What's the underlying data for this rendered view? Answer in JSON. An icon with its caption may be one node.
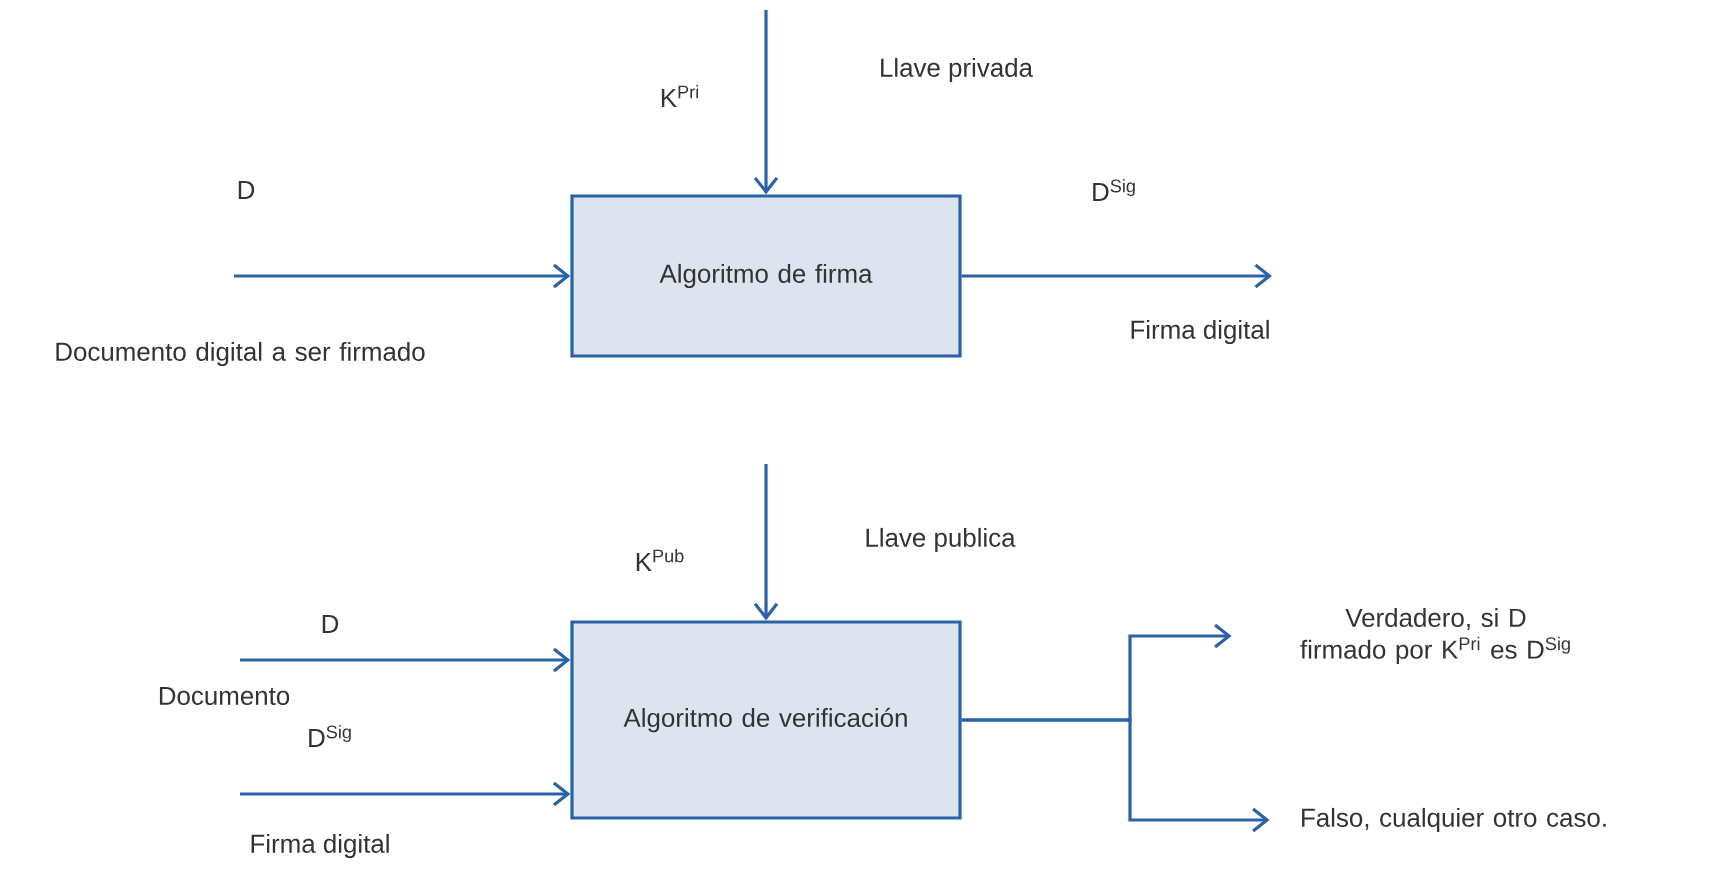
{
  "diagram": {
    "nodes": [
      {
        "text": [
          "Algoritmo de firma"
        ]
      },
      {
        "text": [
          "Algoritmo de verificación"
        ]
      },
      {
        "text": [
          "Verdadero, si D firmado por K$^{Pri}$ es D$^{Sig}$"
        ]
      },
      {
        "text": [
          "Falso, cualquier otro caso."
        ]
      }
    ],
    "edges": [
      {
        "from": null,
        "to": 0,
        "arrow": "to"
      },
      {
        "from": null,
        "to": 0,
        "arrow": "to"
      },
      {
        "from": 0,
        "to": null,
        "arrow": "to"
      },
      {
        "from": null,
        "to": 1,
        "arrow": "to"
      },
      {
        "from": null,
        "to": 1,
        "arrow": "to"
      },
      {
        "from": null,
        "to": 1,
        "arrow": "to"
      },
      {
        "from": 1,
        "to": 2,
        "arrow": "to"
      },
      {
        "from": 1,
        "to": 3,
        "arrow": "to"
      }
    ],
    "labels": [
      "K$^{Pri}$",
      "Llave privada",
      "D",
      "D$^{Sig}$",
      "Documento digital a ser firmado",
      "Firma digital",
      "K$^{Pub}$",
      "Llave publica",
      "D",
      "Documento",
      "D$^{Sig}$",
      "Firma digital"
    ]
  }
}
